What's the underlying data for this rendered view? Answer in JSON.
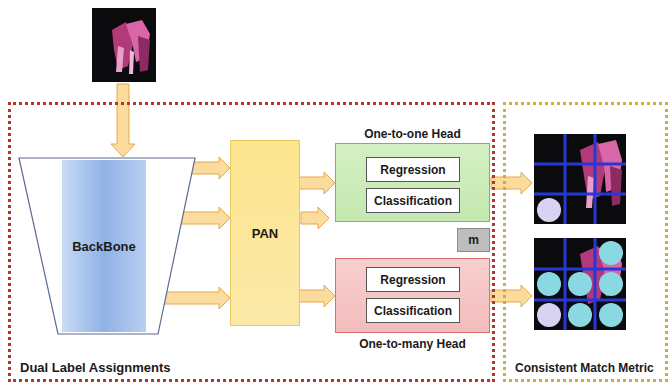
{
  "diagram": {
    "nodes": [
      {
        "text": [
          "Dual Label Assignments"
        ]
      },
      {
        "text": [
          "BackBone"
        ],
        "in": 0
      },
      {
        "text": [
          "PAN"
        ],
        "in": 0
      },
      {
        "text": [
          "One-to-one Head"
        ],
        "in": 0
      },
      {
        "text": [
          "Regression"
        ],
        "in": 3
      },
      {
        "text": [
          "Classification"
        ],
        "in": 3
      },
      {
        "text": [
          "m"
        ],
        "in": 0
      },
      {
        "text": [
          "One-to-many Head"
        ],
        "in": 0
      },
      {
        "text": [
          "Regression"
        ],
        "in": 7
      },
      {
        "text": [
          "Classification"
        ],
        "in": 7
      },
      {
        "text": [
          "Consistent Match Metric"
        ]
      }
    ],
    "edges": [
      {
        "from": 1,
        "to": 2,
        "arrow": "to"
      },
      {
        "from": 1,
        "to": 2,
        "arrow": "to"
      },
      {
        "from": 1,
        "to": 2,
        "arrow": "to"
      },
      {
        "from": 2,
        "to": 3,
        "arrow": "to"
      },
      {
        "from": 2,
        "to": 7,
        "arrow": "to"
      }
    ]
  }
}
